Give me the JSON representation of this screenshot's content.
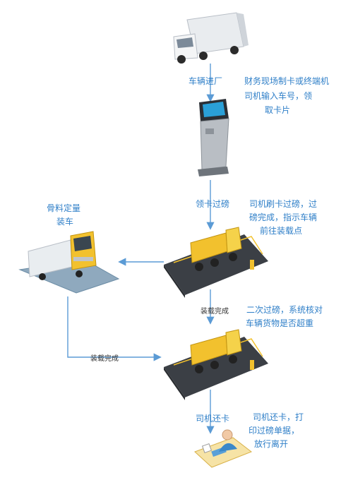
{
  "steps": {
    "enter": "车辆进厂",
    "enter_note_1": "财务现场制卡或终端机",
    "enter_note_2": "司机输入车号，领",
    "enter_note_3": "取卡片",
    "weigh": "领卡过磅",
    "weigh_note_1": "司机刷卡过磅，过",
    "weigh_note_2": "磅完成，指示车辆",
    "weigh_note_3": "前往装载点",
    "load_title_1": "骨料定量",
    "load_title_2": "装车",
    "loaded_1": "装载完成",
    "second_note_1": "二次过磅，系统核对",
    "second_note_2": "车辆货物是否超重",
    "loaded_2": "装载完成",
    "return": "司机还卡",
    "return_note_1": "司机还卡，打",
    "return_note_2": "印过磅单据，",
    "return_note_3": "放行离开"
  },
  "colors": {
    "accent": "#2f7fc8",
    "arrow": "#5b9bd5",
    "truck_yellow": "#f2c12e",
    "platform": "#3b3f45"
  },
  "icons": [
    "box-truck-icon",
    "kiosk-terminal-icon",
    "truck-scale-icon",
    "loading-truck-icon",
    "office-desk-icon"
  ]
}
